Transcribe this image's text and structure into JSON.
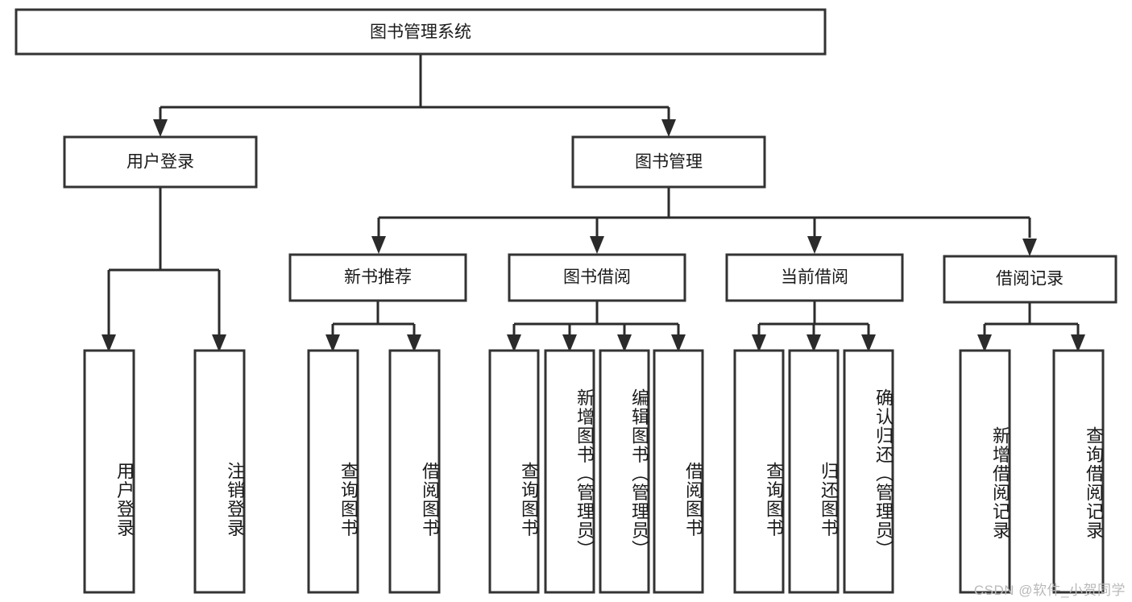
{
  "diagram": {
    "title": "图书管理系统",
    "type": "hierarchy-tree",
    "watermark": "CSDN @软件_小贺同学",
    "colors": {
      "background": "#ffffff",
      "box_stroke": "#333333",
      "connector": "#2b2b2b",
      "text": "#1a1a1a",
      "watermark": "#b9b9b9"
    },
    "root": {
      "label": "图书管理系统"
    },
    "level2": [
      {
        "label": "用户登录"
      },
      {
        "label": "图书管理"
      }
    ],
    "level3": [
      {
        "label": "新书推荐"
      },
      {
        "label": "图书借阅"
      },
      {
        "label": "当前借阅"
      },
      {
        "label": "借阅记录"
      }
    ],
    "leaves": {
      "user_login": [
        {
          "label": "用户登录"
        },
        {
          "label": "注销登录"
        }
      ],
      "new_book_recommend": [
        {
          "label": "查询图书"
        },
        {
          "label": "借阅图书"
        }
      ],
      "book_borrow": [
        {
          "label": "查询图书"
        },
        {
          "label": "新增图书（管理员）"
        },
        {
          "label": "编辑图书（管理员）"
        },
        {
          "label": "借阅图书"
        }
      ],
      "current_borrow": [
        {
          "label": "查询图书"
        },
        {
          "label": "归还图书"
        },
        {
          "label": "确认归还（管理员）"
        }
      ],
      "borrow_records": [
        {
          "label": "新增借阅记录"
        },
        {
          "label": "查询借阅记录"
        }
      ]
    }
  }
}
